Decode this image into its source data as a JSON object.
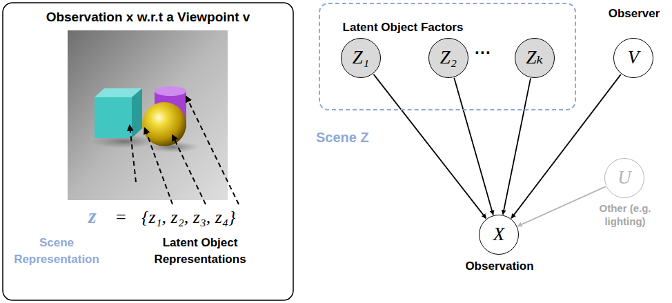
{
  "diagram": {
    "nodes": [
      {
        "text": [
          "Observation x w.r.t a Viewpoint v"
        ]
      },
      {
        "text": [
          "Latent Object Factors",
          "Scene Z"
        ]
      },
      {
        "text": [
          "Z₁"
        ],
        "in": 1
      },
      {
        "text": [
          "Z₂"
        ],
        "in": 1
      },
      {
        "text": [
          "Zₖ"
        ],
        "in": 1
      },
      {
        "text": [
          "V",
          "Observer"
        ]
      },
      {
        "text": [
          "U",
          "Other (e.g. lighting)"
        ]
      },
      {
        "text": [
          "X",
          "Observation"
        ]
      }
    ],
    "edges": [
      {
        "from": 2,
        "to": 7,
        "arrow": "to"
      },
      {
        "from": 3,
        "to": 7,
        "arrow": "to"
      },
      {
        "from": 4,
        "to": 7,
        "arrow": "to"
      },
      {
        "from": 5,
        "to": 7,
        "arrow": "to"
      },
      {
        "from": 6,
        "to": 7,
        "arrow": "to"
      }
    ],
    "labels": [
      "z",
      "=",
      "{z₁, z₂, z₃, z₄}",
      "Scene Representation",
      "Latent Object Representations",
      "···"
    ]
  }
}
